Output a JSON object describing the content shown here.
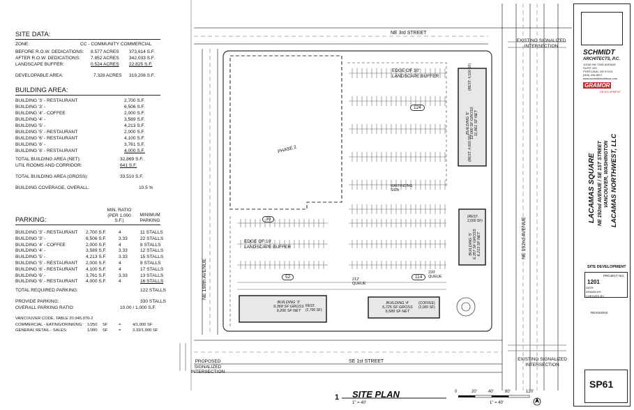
{
  "site_data": {
    "heading": "SITE DATA:",
    "zone_label": "ZONE:",
    "zone_value": "CC - COMMUNITY COMMERCIAL",
    "rows": [
      {
        "label": "BEFORE R.O.W. DEDICATIONS:",
        "acres": "8.577 ACRES",
        "sf": "373,614 S.F."
      },
      {
        "label": "AFTER R.O.W. DEDICATIONS:",
        "acres": "7.852 ACRES",
        "sf": "342,033 S.F."
      },
      {
        "label": "LANDSCAPE BUFFER:",
        "acres": "0.524 ACRES",
        "sf": "22,825 S.F."
      }
    ],
    "developable": {
      "label": "DEVELOPABLE AREA:",
      "acres": "7.328 ACRES",
      "sf": "319,208 S.F."
    }
  },
  "building_area": {
    "heading": "BUILDING AREA:",
    "rows": [
      {
        "label": "BUILDING '3' - RESTAURANT",
        "sf": "2,700 S.F."
      },
      {
        "label": "BUILDING '3' -",
        "sf": "6,506 S.F."
      },
      {
        "label": "BUILDING '4' - COFFEE",
        "sf": "2,000 S.F."
      },
      {
        "label": "BUILDING '4' -",
        "sf": "3,589 S.F."
      },
      {
        "label": "BUILDING '5' -",
        "sf": "4,213 S.F."
      },
      {
        "label": "BUILDING '5' - RESTAURANT",
        "sf": "2,000 S.F."
      },
      {
        "label": "BUILDING '6' - RESTAURANT",
        "sf": "4,100 S.F."
      },
      {
        "label": "BUILDING '6' -",
        "sf": "3,761 S.F."
      },
      {
        "label": "BUILDING '6' - RESTAURANT",
        "sf": "4,000 S.F."
      }
    ],
    "total_net": {
      "label": "TOTAL BUILDING AREA (NET):",
      "sf": "32,869 S.F."
    },
    "util": {
      "label": "UTIL ROOMS AND CORRIDOR:",
      "sf": "641 S.F."
    },
    "gross": {
      "label": "TOTAL BUILDING AREA (GROSS):",
      "sf": "33,510 S.F."
    },
    "coverage": {
      "label": "BUILDING COVERAGE, OVERALL:",
      "value": "10.5 %"
    }
  },
  "parking": {
    "heading": "PARKING:",
    "col_ratio": "MIN. RATIO (PER 1,000 S.F.)",
    "col_min": "MINIMUM PARKING",
    "rows": [
      {
        "label": "BUILDING '3' - RESTAURANT",
        "sf": "2,700 S.F.",
        "ratio": "4",
        "stalls": "11 STALLS"
      },
      {
        "label": "BUILDING '3' -",
        "sf": "6,506 S.F.",
        "ratio": "3.33",
        "stalls": "22 STALLS"
      },
      {
        "label": "BUILDING '4' - COFFEE",
        "sf": "2,000 S.F.",
        "ratio": "4",
        "stalls": "8 STALLS"
      },
      {
        "label": "BUILDING '4' -",
        "sf": "3,589 S.F.",
        "ratio": "3.33",
        "stalls": "12 STALLS"
      },
      {
        "label": "BUILDING '5' -",
        "sf": "4,213 S.F.",
        "ratio": "3.33",
        "stalls": "15 STALLS"
      },
      {
        "label": "BUILDING '5' - RESTAURANT",
        "sf": "2,000 S.F.",
        "ratio": "4",
        "stalls": "8 STALLS"
      },
      {
        "label": "BUILDING '6' - RESTAURANT",
        "sf": "4,100 S.F.",
        "ratio": "4",
        "stalls": "17 STALLS"
      },
      {
        "label": "BUILDING '6' -",
        "sf": "3,761 S.F.",
        "ratio": "3.33",
        "stalls": "13 STALLS"
      },
      {
        "label": "BUILDING '6' - RESTAURANT",
        "sf": "4,000 S.F.",
        "ratio": "4",
        "stalls": "16 STALLS"
      }
    ],
    "total_required": {
      "label": "TOTAL REQUIRED PARKING:",
      "value": "122 STALLS"
    },
    "provide": {
      "label": "PROVIDE PARKING:",
      "value": "330 STALLS"
    },
    "ratio": {
      "label": "OVERALL PARKING RATIO:",
      "value": "10.00 / 1,000 S.F."
    },
    "code_heading": "VANCOUVER CODE, TABLE 20.945.070-2",
    "code_rows": [
      {
        "label": "COMMERCIAL - EATING/DRINKING:",
        "ratio": "1/250",
        "unit": "SF",
        "eq": "=",
        "result": "4/1,000 SF"
      },
      {
        "label": "GENERAL RETAIL - SALES:",
        "ratio": "1/300",
        "unit": "SF",
        "eq": "=",
        "result": "3.33/1,000 SF"
      }
    ]
  },
  "plan": {
    "street_north": "NE 3rd STREET",
    "street_south": "SE 1st STREET",
    "avenue_west": "NE 190th AVENUE",
    "avenue_east": "NE 192nd AVENUE",
    "existing_signal_ne": "EXISTING SIGNALIZED INTERSECTION",
    "existing_signal_se": "EXISTING SIGNALIZED INTERSECTION",
    "proposed_signal": "PROPOSED SIGNALIZED INTERSECTION",
    "buffer_top": "EDGE OF 10' LANDSCAPE BUFFER",
    "buffer_left": "EDGE OF 10' LANDSCAPE BUFFER",
    "phase": "PHASE 2",
    "count_124": "124",
    "count_39": "39",
    "count_52": "52",
    "count_114": "114",
    "queue_1": "212' QUEUE",
    "queue_2": "220' QUEUE",
    "wayfinding": "WAYFINDING SIGN",
    "building3": {
      "name": "BUILDING '3'",
      "gross": "9,368 SF GROSS",
      "net": "9,206 SF NET",
      "rest": "REST. (2,700 SF)"
    },
    "building4": {
      "name": "BUILDING '4'",
      "gross": "5,725 SF GROSS",
      "net": "5,589 SF NET",
      "coffee": "(COFFEE) (2,000 SF)"
    },
    "building5": {
      "name": "BUILDING '5'",
      "gross": "6,357 SF GROSS",
      "net": "6,213 SF NET",
      "rest": "(REST. 2,000 SF)"
    },
    "building6": {
      "name": "BUILDING '6'",
      "gross": "12,060 SF GROSS",
      "net": "11,861 SF NET",
      "rest_top": "(REST. 4,100 SF)",
      "rest_bottom": "(REST. 4,000 SF)"
    },
    "sheet_title": "SITE PLAN",
    "sheet_number": "1",
    "scale_note": "1\" = 40'",
    "scale_ticks": [
      "0",
      "20'",
      "40'",
      "80'",
      "120'"
    ],
    "scale_label": "1\" = 40'"
  },
  "title_block": {
    "firm": "SCHMIDT",
    "firm_sub": "ARCHITECTS, P.C.",
    "address": [
      "10155 SW 72ND AVENUE",
      "SUITE 100",
      "PORTLAND, OR 97224",
      "(503) 226-8517",
      "www.schmidtarchitects.com"
    ],
    "brand": "GRAMOR",
    "brand_sub": "DEVELOPMENT",
    "project_lines": [
      "LACAMAS SQUARE",
      "NE 192nd AVENUE / SE 1ST STREET",
      "VANCOUVER, WASHINGTON",
      "LACAMAS NORTHWEST, LLC"
    ],
    "phase_label": "SITE DEVELOPMENT",
    "project_no_label": "PROJECT NO.",
    "project_no": "1201",
    "date_label": "DATE:",
    "drawn_label": "DRAWN BY:",
    "checked_label": "CHECKED BY:",
    "revisions_label": "REVISIONS",
    "sheet_id": "SP61"
  }
}
